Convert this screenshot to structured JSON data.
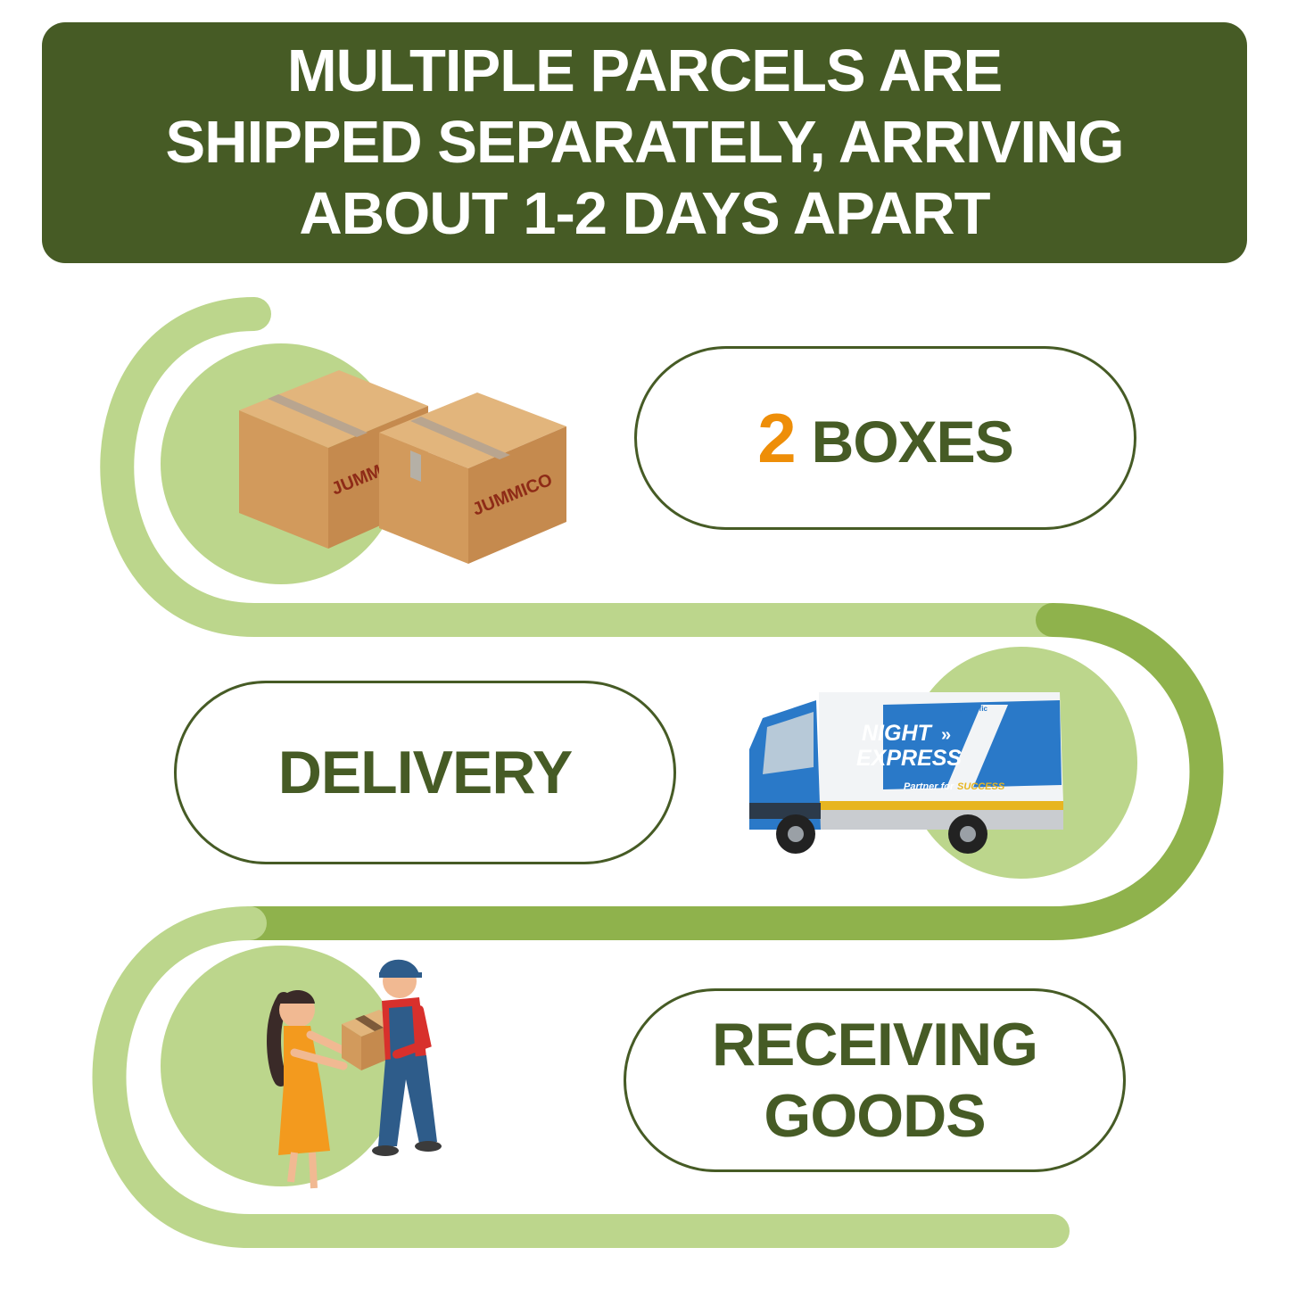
{
  "header": {
    "line1": "MULTIPLE PARCELS ARE",
    "line2": "SHIPPED SEPARATELY, ARRIVING",
    "line3": "ABOUT 1-2 DAYS APART"
  },
  "steps": {
    "boxes": {
      "count": "2",
      "label": "BOXES"
    },
    "delivery": {
      "label": "DELIVERY"
    },
    "receiving": {
      "line1": "RECEIVING",
      "line2": "GOODS"
    }
  },
  "illustrations": {
    "box_brand": "JUMMICO",
    "truck_line1": "NIGHT",
    "truck_line2": "EXPRESS",
    "truck_tagline": "Partner for",
    "truck_tagline_accent": "SUCCESS",
    "truck_logo": "gbtraffic"
  },
  "colors": {
    "banner": "#465b25",
    "text": "#465b25",
    "accent_number": "#ee8e08",
    "path_light": "#bcd68c",
    "path_dark": "#8fb24c",
    "circle": "#bcd68c",
    "truck_blue": "#2a79c8"
  }
}
